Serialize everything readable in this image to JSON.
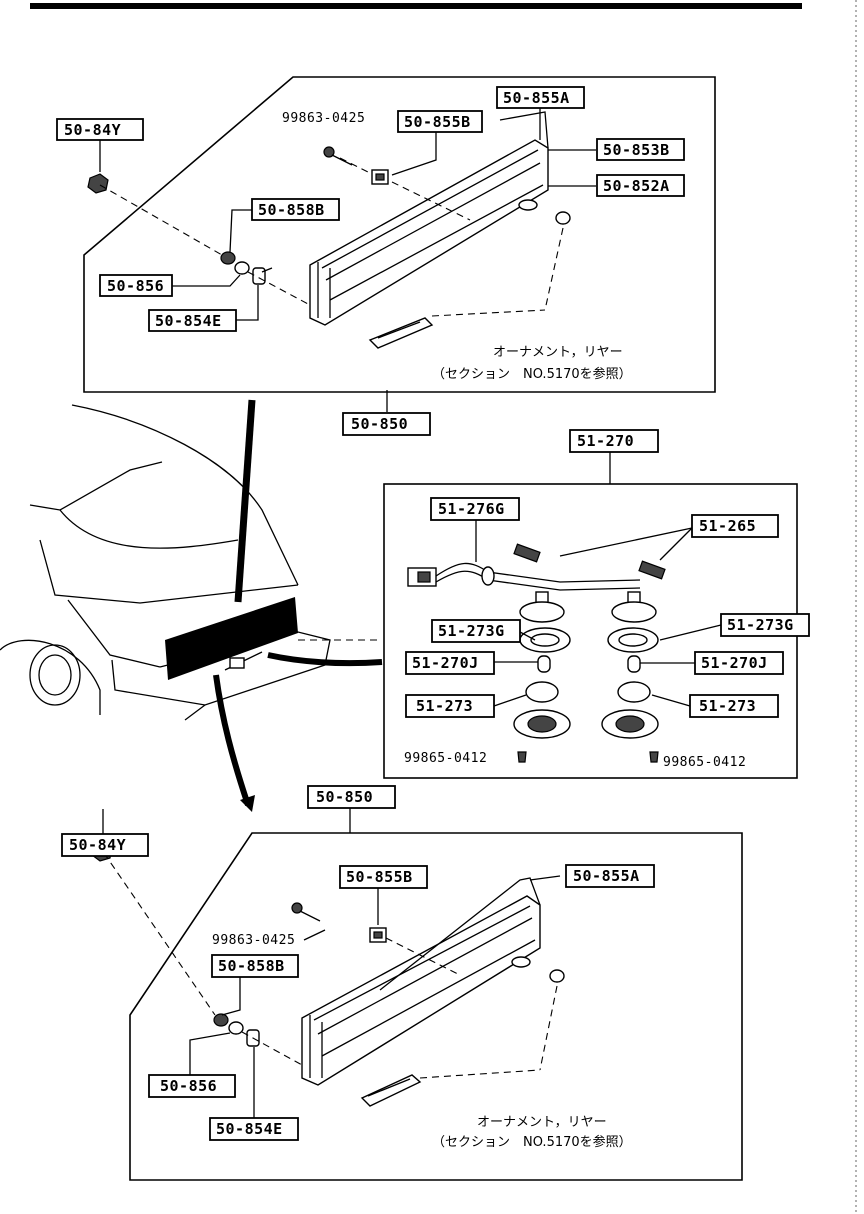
{
  "labels": {
    "top_84y": "50-84Y",
    "top_855a": "50-855A",
    "top_855b": "50-855B",
    "top_853b": "50-853B",
    "top_852a": "50-852A",
    "top_858b": "50-858B",
    "top_856": "50-856",
    "top_854e": "50-854E",
    "top_850": "50-850",
    "top_screw": "99863-0425",
    "lamp_270": "51-270",
    "lamp_276g": "51-276G",
    "lamp_265": "51-265",
    "lamp_273g_l": "51-273G",
    "lamp_273g_r": "51-273G",
    "lamp_270j_l": "51-270J",
    "lamp_270j_r": "51-270J",
    "lamp_273_l": "51-273",
    "lamp_273_r": "51-273",
    "lamp_screw_l": "99865-0412",
    "lamp_screw_r": "99865-0412",
    "bot_850": "50-850",
    "bot_84y": "50-84Y",
    "bot_855b": "50-855B",
    "bot_855a": "50-855A",
    "bot_screw": "99863-0425",
    "bot_858b": "50-858B",
    "bot_856": "50-856",
    "bot_854e": "50-854E"
  },
  "notes": {
    "top_ornament": "オーナメント，リヤー",
    "top_section": "（セクション　NO.5170を参照）",
    "bot_ornament": "オーナメント，リヤー",
    "bot_section": "（セクション　NO.5170を参照）"
  },
  "colors": {
    "ink": "#000000",
    "paper": "#ffffff"
  }
}
